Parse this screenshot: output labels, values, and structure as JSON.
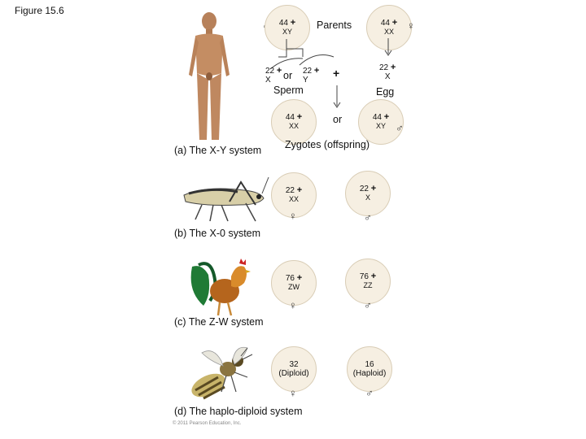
{
  "figure_title": "Figure 15.6",
  "symbols": {
    "male": "♂",
    "female": "♀",
    "plus": "+"
  },
  "xy": {
    "parents_label": "Parents",
    "father": {
      "num": "44",
      "chrom": "XY"
    },
    "mother": {
      "num": "44",
      "chrom": "XX"
    },
    "sperm_a": {
      "num": "22",
      "chrom": "X"
    },
    "or_mid": "or",
    "sperm_b": {
      "num": "22",
      "chrom": "Y"
    },
    "sperm_label": "Sperm",
    "egg": {
      "num": "22",
      "chrom": "X"
    },
    "egg_label": "Egg",
    "zygote_female": {
      "num": "44",
      "chrom": "XX"
    },
    "or_zygote": "or",
    "zygote_male": {
      "num": "44",
      "chrom": "XY"
    },
    "zygotes_label": "Zygotes (offspring)",
    "system_label": "(a) The X-Y system"
  },
  "x0": {
    "female": {
      "num": "22",
      "chrom": "XX"
    },
    "male": {
      "num": "22",
      "chrom": "X"
    },
    "system_label": "(b) The X-0 system"
  },
  "zw": {
    "female": {
      "num": "76",
      "chrom": "ZW"
    },
    "male": {
      "num": "76",
      "chrom": "ZZ"
    },
    "system_label": "(c) The Z-W system"
  },
  "haplo": {
    "female": {
      "num": "32",
      "chrom": "(Diploid)"
    },
    "male": {
      "num": "16",
      "chrom": "(Haploid)"
    },
    "system_label": "(d) The haplo-diploid system"
  },
  "copyright": "© 2011 Pearson Education, Inc."
}
